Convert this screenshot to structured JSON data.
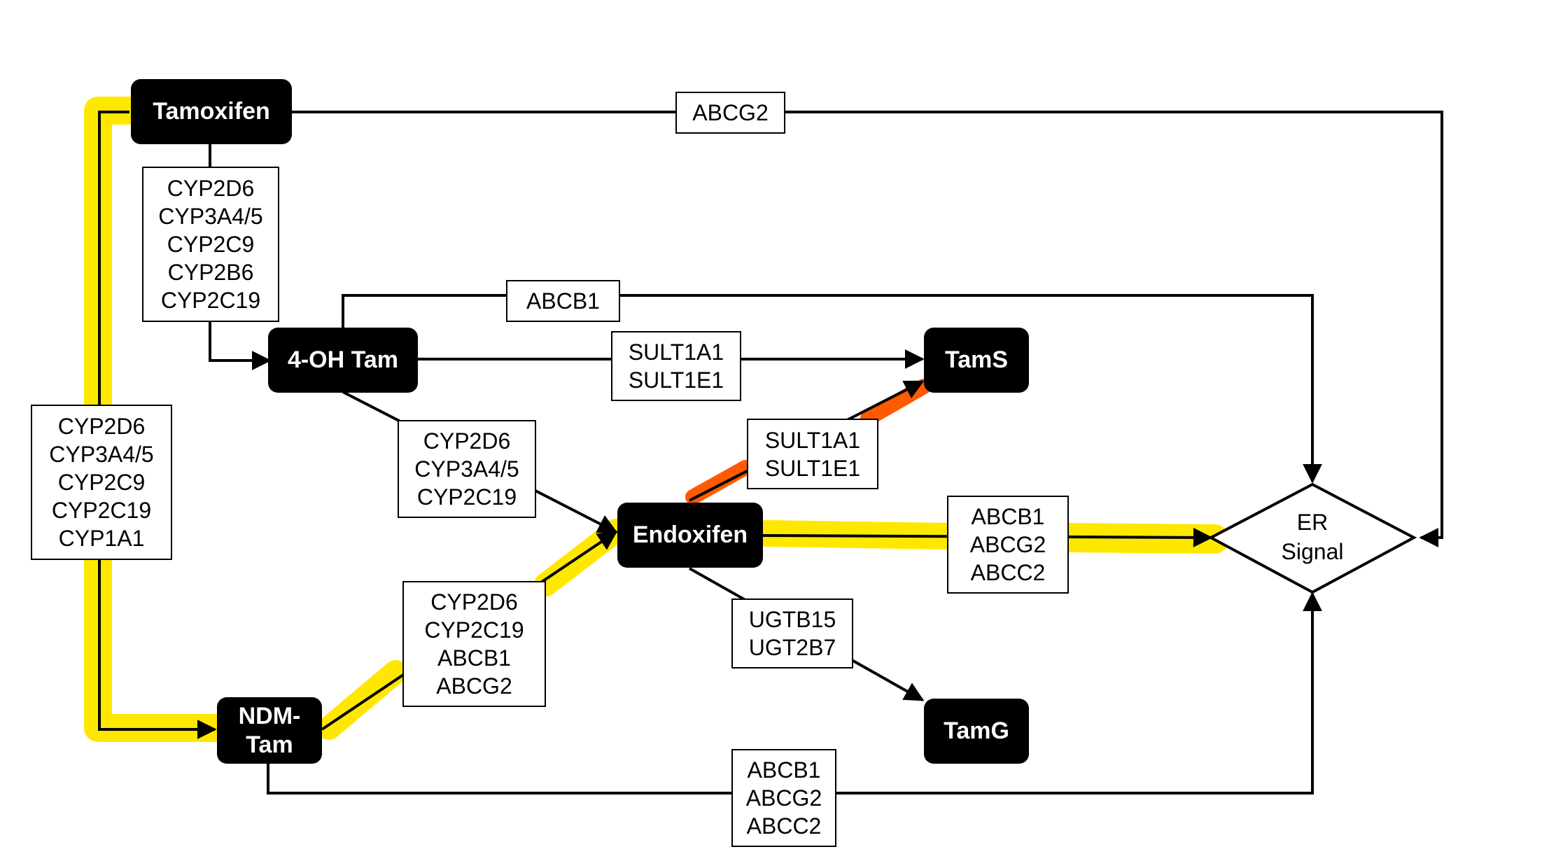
{
  "nodes": {
    "tamoxifen": "Tamoxifen",
    "four_oh_tam": "4-OH Tam",
    "endoxifen": "Endoxifen",
    "ndm_tam": [
      "NDM-",
      "Tam"
    ],
    "tams": "TamS",
    "tamg": "TamG",
    "er_signal": [
      "ER",
      "Signal"
    ]
  },
  "edge_labels": {
    "tam_to_er": [
      "ABCG2"
    ],
    "tam_to_4oh": [
      "CYP2D6",
      "CYP3A4/5",
      "CYP2C9",
      "CYP2B6",
      "CYP2C19"
    ],
    "tam_to_ndm": [
      "CYP2D6",
      "CYP3A4/5",
      "CYP2C9",
      "CYP2C19",
      "CYP1A1"
    ],
    "4oh_to_er": [
      "ABCB1"
    ],
    "4oh_to_tams": [
      "SULT1A1",
      "SULT1E1"
    ],
    "4oh_to_endox": [
      "CYP2D6",
      "CYP3A4/5",
      "CYP2C19"
    ],
    "endox_to_tams": [
      "SULT1A1",
      "SULT1E1"
    ],
    "endox_to_er": [
      "ABCB1",
      "ABCG2",
      "ABCC2"
    ],
    "ndm_to_endox": [
      "CYP2D6",
      "CYP2C19",
      "ABCB1",
      "ABCG2"
    ],
    "endox_to_tamg": [
      "UGTB15",
      "UGT2B7"
    ],
    "ndm_to_er": [
      "ABCB1",
      "ABCG2",
      "ABCC2"
    ]
  },
  "colors": {
    "highlight_yellow": "#FFE800",
    "highlight_orange": "#FF5A00",
    "node_fill": "#000000",
    "line": "#000000"
  }
}
